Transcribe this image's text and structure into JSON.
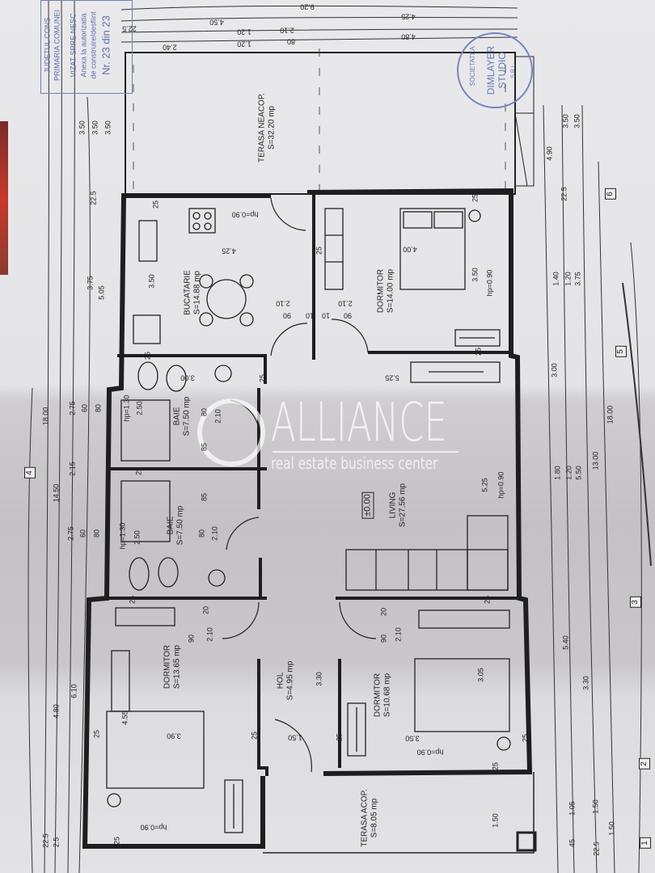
{
  "colors": {
    "paper": "#e6e6e8",
    "ink": "#222222",
    "stamp_blue": "#6577b8",
    "watermark": "#ffffff"
  },
  "stamp_rect": {
    "lines": [
      "JUDETUL CONS",
      "PRIMARIA COMUNEI",
      "VIZAT SPRE NESC",
      "Anexa la autorizatia",
      "de construire/desfiint",
      "Nr. 23 din 23"
    ]
  },
  "stamp_round": {
    "outer": "SOCIETATEA",
    "name": "DIMLAYER",
    "sub": "STUDIO",
    "suffix": "S.R.L."
  },
  "watermark": {
    "title": "ALLIANCE",
    "subtitle": "real estate business center",
    "icon": "house-in-circle-icon"
  },
  "rooms": [
    {
      "name": "TERASA NEACOP.",
      "area": "S=32.20 mp"
    },
    {
      "name": "BUCATARIE",
      "area": "S=14.88 mp"
    },
    {
      "name": "DORMITOR",
      "area": "S=14.00 mp"
    },
    {
      "name": "BAIE",
      "area": "S=7.50 mp"
    },
    {
      "name": "BAIE",
      "area": "S=7.50 mp"
    },
    {
      "name": "LIVING",
      "area": "S=27.56 mp"
    },
    {
      "name": "DORMITOR",
      "area": "S=13.65 mp"
    },
    {
      "name": "HOL",
      "area": "S=4.95 mp"
    },
    {
      "name": "DORMITOR",
      "area": "S=10.68 mp"
    },
    {
      "name": "TERASA ACOP.",
      "area": "S=8.05 mp"
    }
  ],
  "level": "±0.00",
  "axes": [
    "1",
    "2",
    "3",
    "4",
    "5",
    "6"
  ],
  "dims_top": [
    "9.20",
    "4.25",
    "4.50",
    "1.20",
    "2.10",
    "4.80",
    "2.40",
    "1.20",
    "80",
    "22.5"
  ],
  "dims_left": [
    "3.50",
    "3.50",
    "3.50",
    "22.5",
    "3.75",
    "5.05",
    "18.00",
    "14.50",
    "2.75",
    "60",
    "80",
    "2.15",
    "2.75",
    "60",
    "80",
    "6.10",
    "4.80",
    "22.5",
    "2.5"
  ],
  "dims_right": [
    "3.50",
    "3.50",
    "4.90",
    "22.5",
    "1.40",
    "1.20",
    "3.75",
    "3.00",
    "1.80",
    "1.20",
    "5.50",
    "13.00",
    "18.00",
    "5.40",
    "3.30",
    "1.05",
    "45",
    "1.50",
    "22.5",
    "1.50"
  ],
  "dims_inner": [
    "4.25",
    "3.50",
    "hp=0.90",
    "25",
    "2.10",
    "90",
    "10",
    "10",
    "90",
    "2.10",
    "25",
    "4.00",
    "3.50",
    "hp=0.90",
    "25",
    "25",
    "25",
    "3.00",
    "25",
    "5.25",
    "hp=1.30",
    "2.50",
    "80",
    "2.10",
    "85",
    "25",
    "85",
    "80",
    "2.10",
    "hp=1.30",
    "2.50",
    "25",
    "5.25",
    "hp=0.90",
    "25",
    "20",
    "90",
    "2.10",
    "4.55",
    "25",
    "3.90",
    "hp=0.90",
    "25",
    "1.50",
    "3.30",
    "25",
    "20",
    "90",
    "2.10",
    "3.05",
    "3.50",
    "hp=0.90",
    "25",
    "25",
    "1.50",
    "25"
  ]
}
